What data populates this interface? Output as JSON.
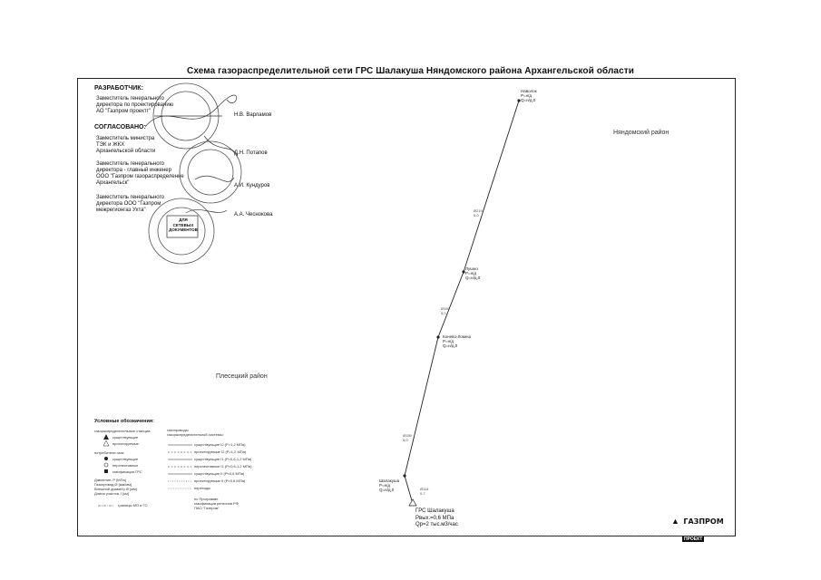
{
  "title": "Схема газораспределительной сети ГРС Шалакуша Няндомского района Архангельской области",
  "developer": {
    "heading": "РАЗРАБОТЧИК:",
    "position": [
      "Заместитель генерального",
      "директора по проектированию",
      "АО \"Газпром проектг\""
    ],
    "signature": "Н.В. Варламов"
  },
  "approved": {
    "heading": "СОГЛАСОВАНО:",
    "blocks": [
      {
        "lines": [
          "Заместитель министра",
          "ТЭК и ЖКХ",
          "Архангельской области"
        ],
        "signature": "Д.Н. Потапов"
      },
      {
        "lines": [
          "Заместитель генерального",
          "директора - главный инженер",
          "ООО \"Газпром газораспределение",
          "Архангельск\""
        ],
        "signature": "А.И. Кундуров"
      },
      {
        "lines": [
          "Заместитель генерального",
          "директора ООО \"Газпром",
          "межрегионгаз Ухта\""
        ],
        "signature": "А.А. Чеснокова"
      }
    ]
  },
  "stamp_text": [
    "ДЛЯ",
    "СЕТЕВЫХ",
    "ДОКУМЕНТОВ"
  ],
  "districts": {
    "east": "Няндомский район",
    "west": "Плесецкий район"
  },
  "nodes": [
    {
      "name": "Наволок",
      "lines": [
        "Наволок",
        "Р=н/д",
        "Q=н/д,0"
      ]
    },
    {
      "name": "Лушно",
      "lines": [
        "Лушно",
        "Р=н/д",
        "Q=н/д,0"
      ]
    },
    {
      "name": "Конево",
      "lines": [
        "Конево-Ломеш",
        "Р=н/д",
        "Q=н/д,0"
      ]
    },
    {
      "name": "Шалакуша",
      "lines": [
        "Шалакуша",
        "Р=н/д",
        "Q=н/д,0"
      ]
    }
  ],
  "segments": [
    {
      "lines": [
        "Ø219",
        "5,0"
      ]
    },
    {
      "lines": [
        "Ø159",
        "5,0"
      ]
    },
    {
      "lines": [
        "Ø159",
        "5,0"
      ]
    },
    {
      "lines": [
        "Ø114",
        "0,7"
      ]
    }
  ],
  "grs": {
    "lines": [
      "ГРС Шалакуша",
      "Рвых.=0,6 МПа",
      "Qр=2 тыс.м3/час"
    ]
  },
  "legend": {
    "title": "Условные обозначения:",
    "col1_header": "газораспределительные станции:",
    "col1_items": [
      "существующие",
      "проектируемые"
    ],
    "col1_header2": "потребители газа:",
    "col1_items2": [
      "существующие",
      "перспективные",
      "газификация ГРС"
    ],
    "col1_notes": [
      "Давление, Р [МПа]",
      "Газопровод Ø [мм/мм]",
      "Внешний диаметр Ø [мм]",
      "Длина участка, l [км]"
    ],
    "col1_footer": "границы МО и ГО",
    "col2_header": [
      "газопроводы",
      "газораспределительной системы:"
    ],
    "col2_items": [
      "существующие I2 (Р>1,2 МПа)",
      "проектируемые I2 (Р>1,2 МПа)",
      "существующие I1 (Р=0,6-1,2 МПа)",
      "перспективные I1 (Р=0,6-1,2 МПа)",
      "существующие II (Р<0,6 МПа)",
      "проектируемые II (Р<0,6 МПа)",
      "переходы"
    ],
    "col2_extra": [
      "по Программе",
      "газификации регионов РФ",
      "ПАО \"Газпром\""
    ]
  },
  "logo": {
    "word": "ГАЗПРОМ",
    "sub": "ПРОЕКТ"
  }
}
